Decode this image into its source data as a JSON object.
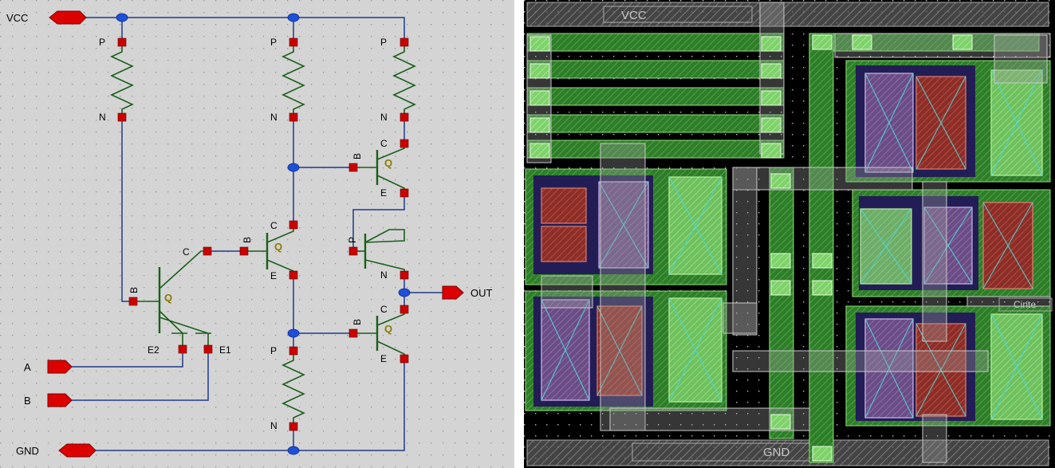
{
  "schematic": {
    "ports": {
      "vcc": "VCC",
      "gnd": "GND",
      "a": "A",
      "b": "B",
      "out": "OUT"
    },
    "pins": {
      "p": "P",
      "n": "N",
      "b": "B",
      "c": "C",
      "e": "E",
      "e1": "E1",
      "e2": "E2"
    },
    "device_label": "Q"
  },
  "layout": {
    "vcc_rail": "VCC",
    "gnd_rail": "GND",
    "corner_label": "Cinte"
  },
  "colors": {
    "schematic_bg": "#d4d4d4",
    "wire": "#1e3a8a",
    "device": "#1a5e1a",
    "pin": "#cc0000",
    "node": "#1f4fd8",
    "port": "#dd0000",
    "layout_bg": "#000000"
  }
}
